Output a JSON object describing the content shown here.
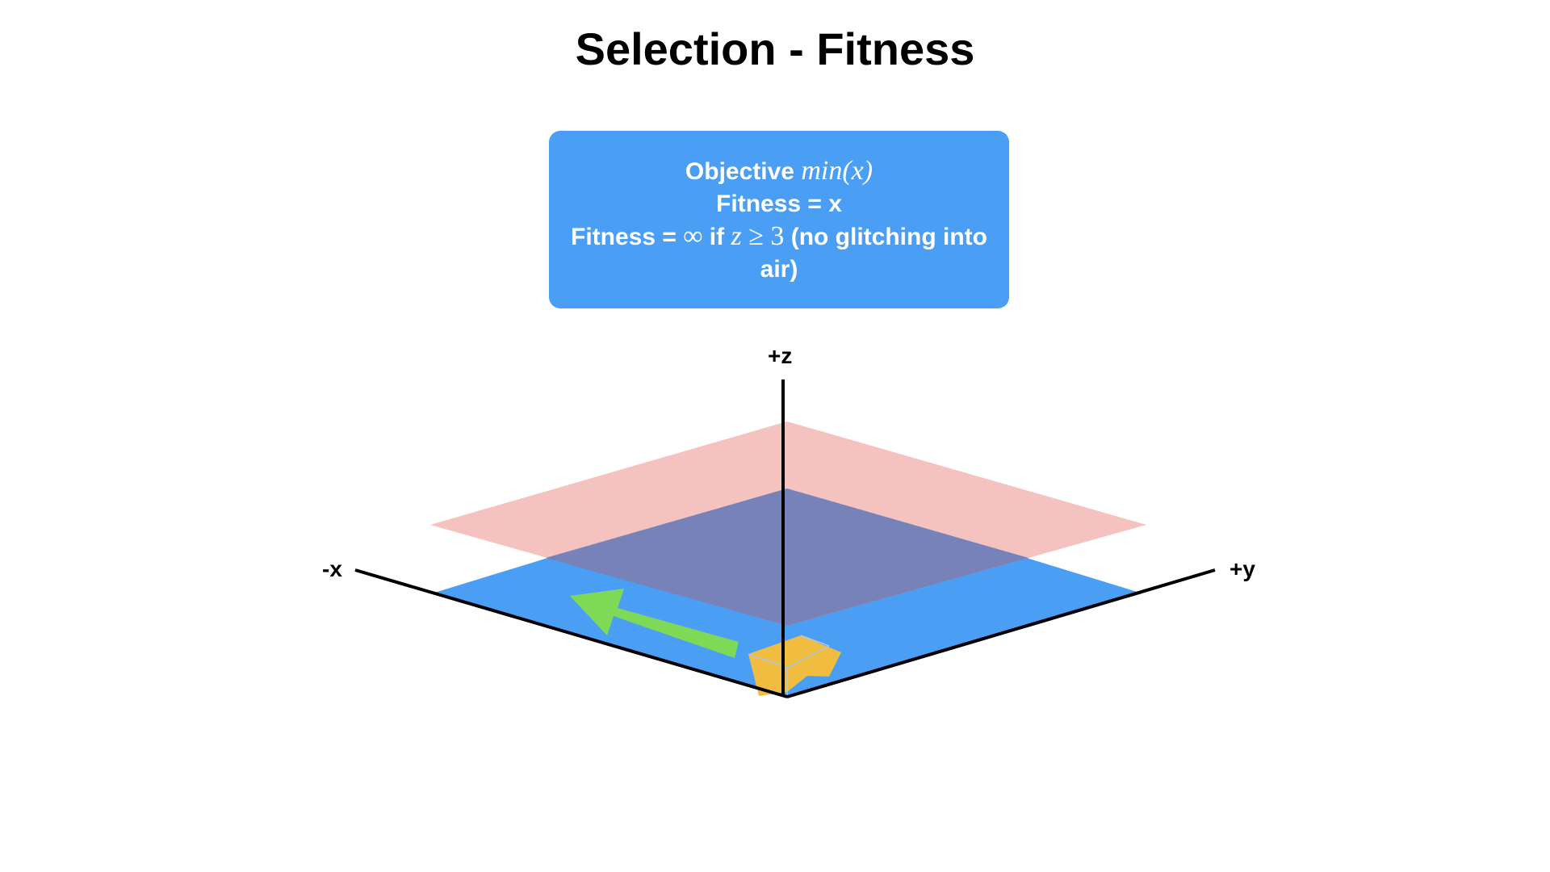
{
  "slide": {
    "title": "Selection - Fitness"
  },
  "objective": {
    "line1_prefix": "Objective ",
    "line1_math": "min",
    "line1_math_paren": "(x)",
    "line2": "Fitness = x",
    "line3_prefix": "Fitness = ",
    "line3_infinity": "∞",
    "line3_if": " if ",
    "line3_z": "z",
    "line3_ge": " ≥ 3",
    "line3_suffix": " (no glitching into air)"
  },
  "axes": {
    "neg_x": "-x",
    "pos_y": "+y",
    "pos_z": "+z"
  },
  "colors": {
    "box_fill": "#4a9ff5",
    "ground_plane": "#4a9ff5",
    "forbidden_plane": "#f4c2bf",
    "overlap": "#7682b8",
    "arrow": "#7ed957",
    "agent_cube": "#f0bd41",
    "axis": "#000000"
  },
  "icons": {
    "arrow": "green-arrow-icon",
    "agent": "yellow-cube-icon"
  }
}
